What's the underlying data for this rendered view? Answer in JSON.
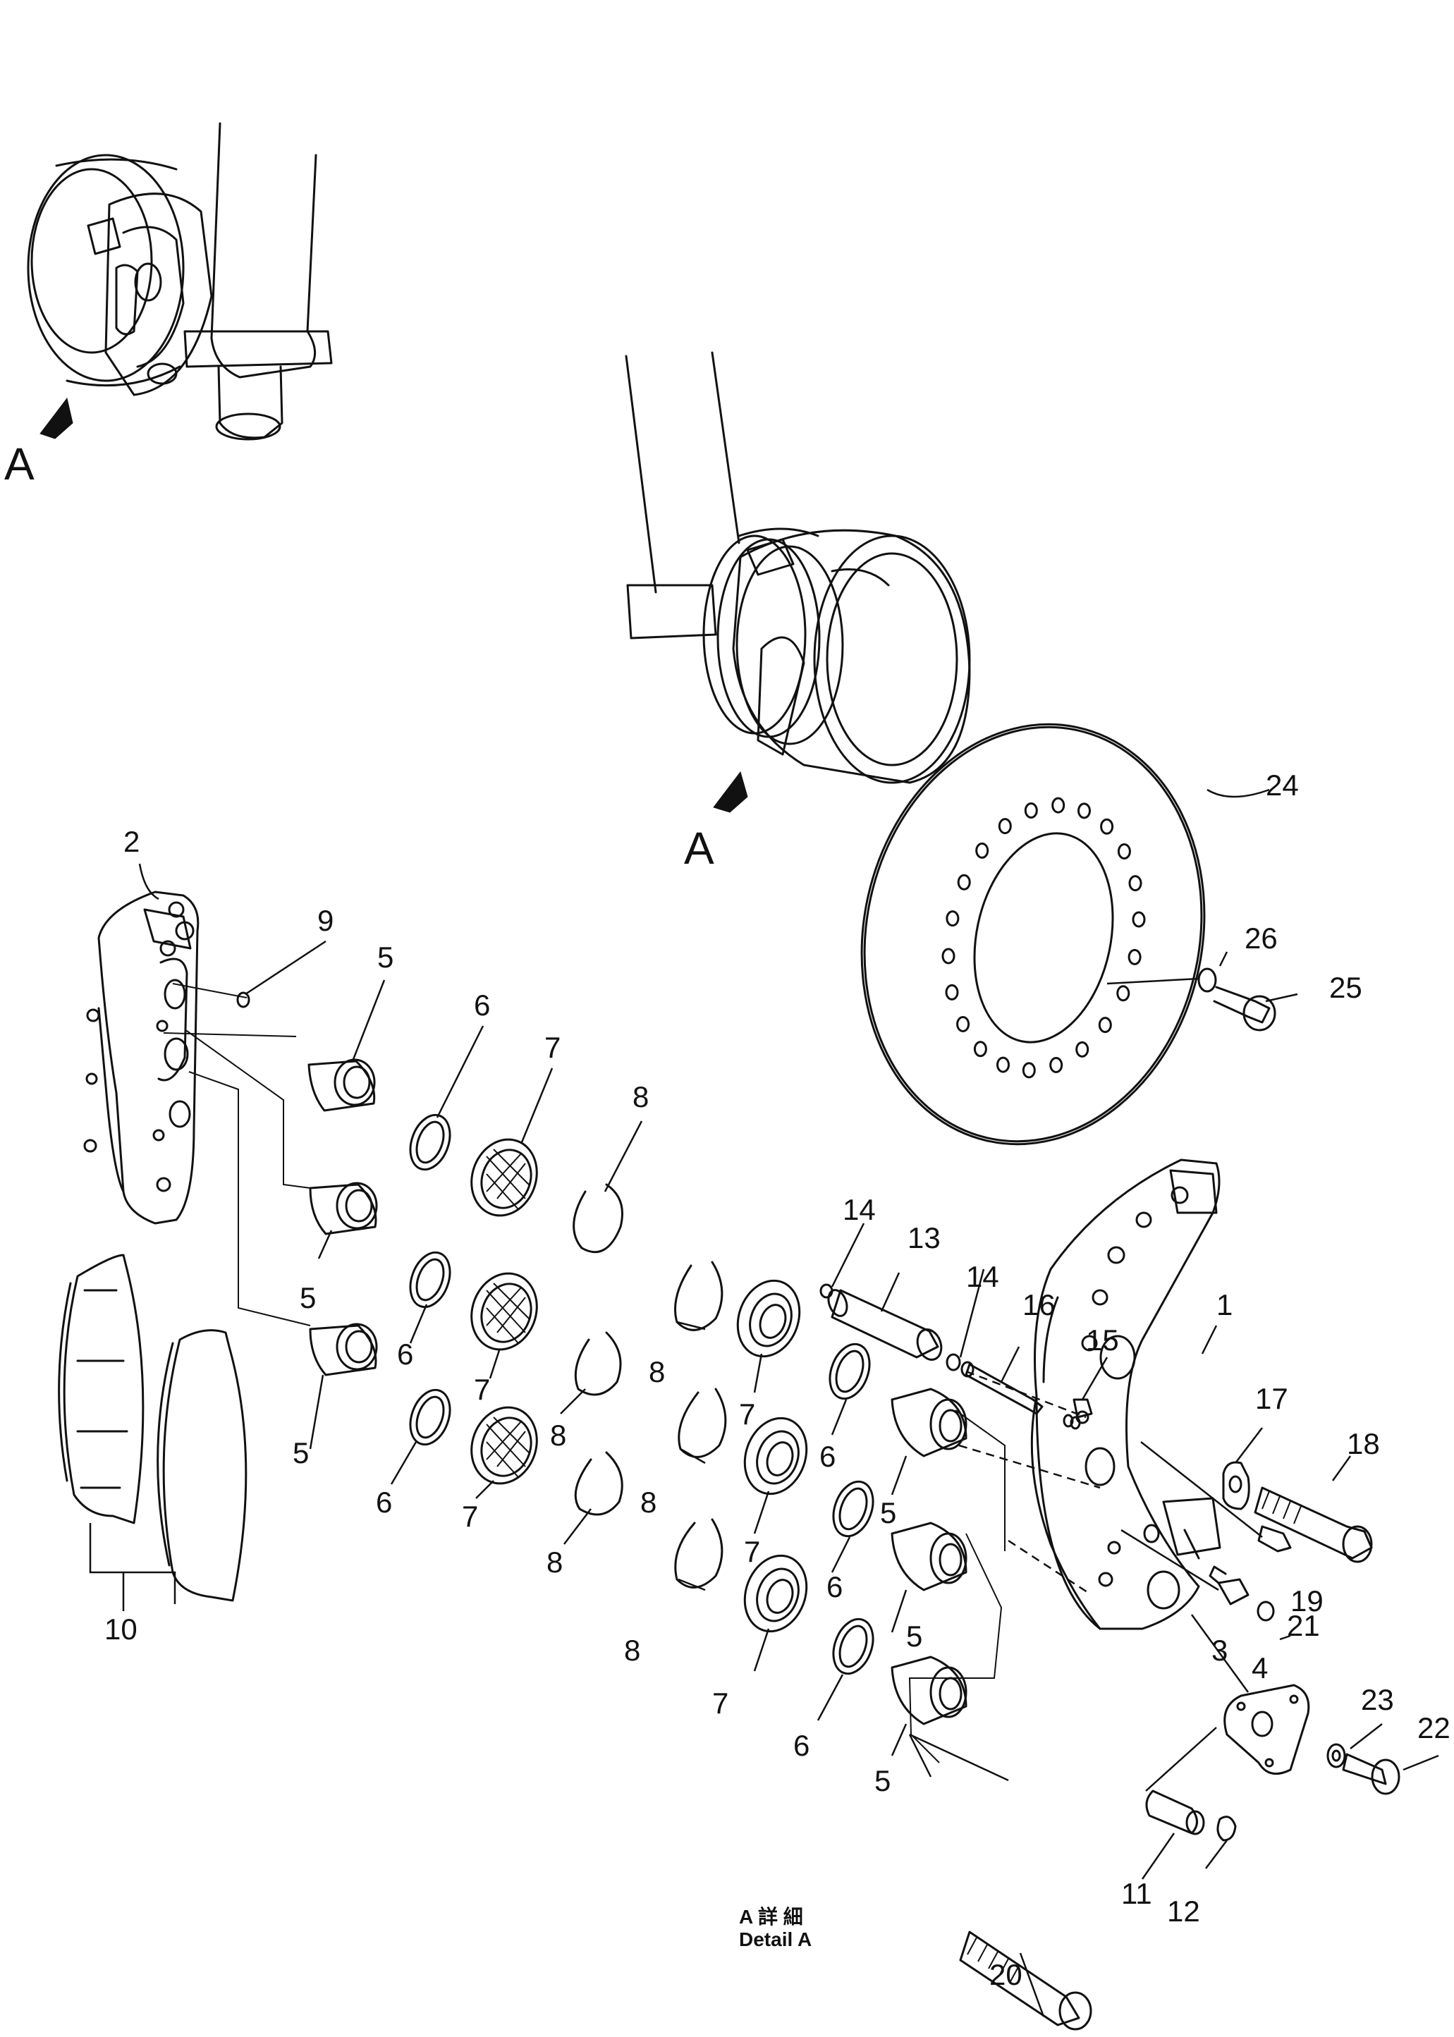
{
  "views": {
    "overview_1": {
      "arrow_label": "A"
    },
    "overview_2": {
      "arrow_label": "A"
    }
  },
  "caption": {
    "line_jp": "A 詳 細",
    "line_en": "Detail A"
  },
  "part_labels": {
    "p1": "1",
    "p2": "2",
    "p3": "3",
    "p4": "4",
    "p5a": "5",
    "p5b": "5",
    "p5c": "5",
    "p5d": "5",
    "p5e": "5",
    "p5f": "5",
    "p6a": "6",
    "p6b": "6",
    "p6c": "6",
    "p6d": "6",
    "p6e": "6",
    "p6f": "6",
    "p7a": "7",
    "p7b": "7",
    "p7c": "7",
    "p7d": "7",
    "p7e": "7",
    "p7f": "7",
    "p8a": "8",
    "p8b": "8",
    "p8c": "8",
    "p8d": "8",
    "p8e": "8",
    "p8f": "8",
    "p9": "9",
    "p10": "10",
    "p11": "11",
    "p12": "12",
    "p13": "13",
    "p14a": "14",
    "p14b": "14",
    "p15": "15",
    "p16": "16",
    "p17": "17",
    "p18": "18",
    "p19": "19",
    "p20": "20",
    "p21": "21",
    "p22": "22",
    "p23": "23",
    "p24": "24",
    "p25": "25",
    "p26": "26"
  },
  "icons": [
    "view-arrow-icon"
  ]
}
